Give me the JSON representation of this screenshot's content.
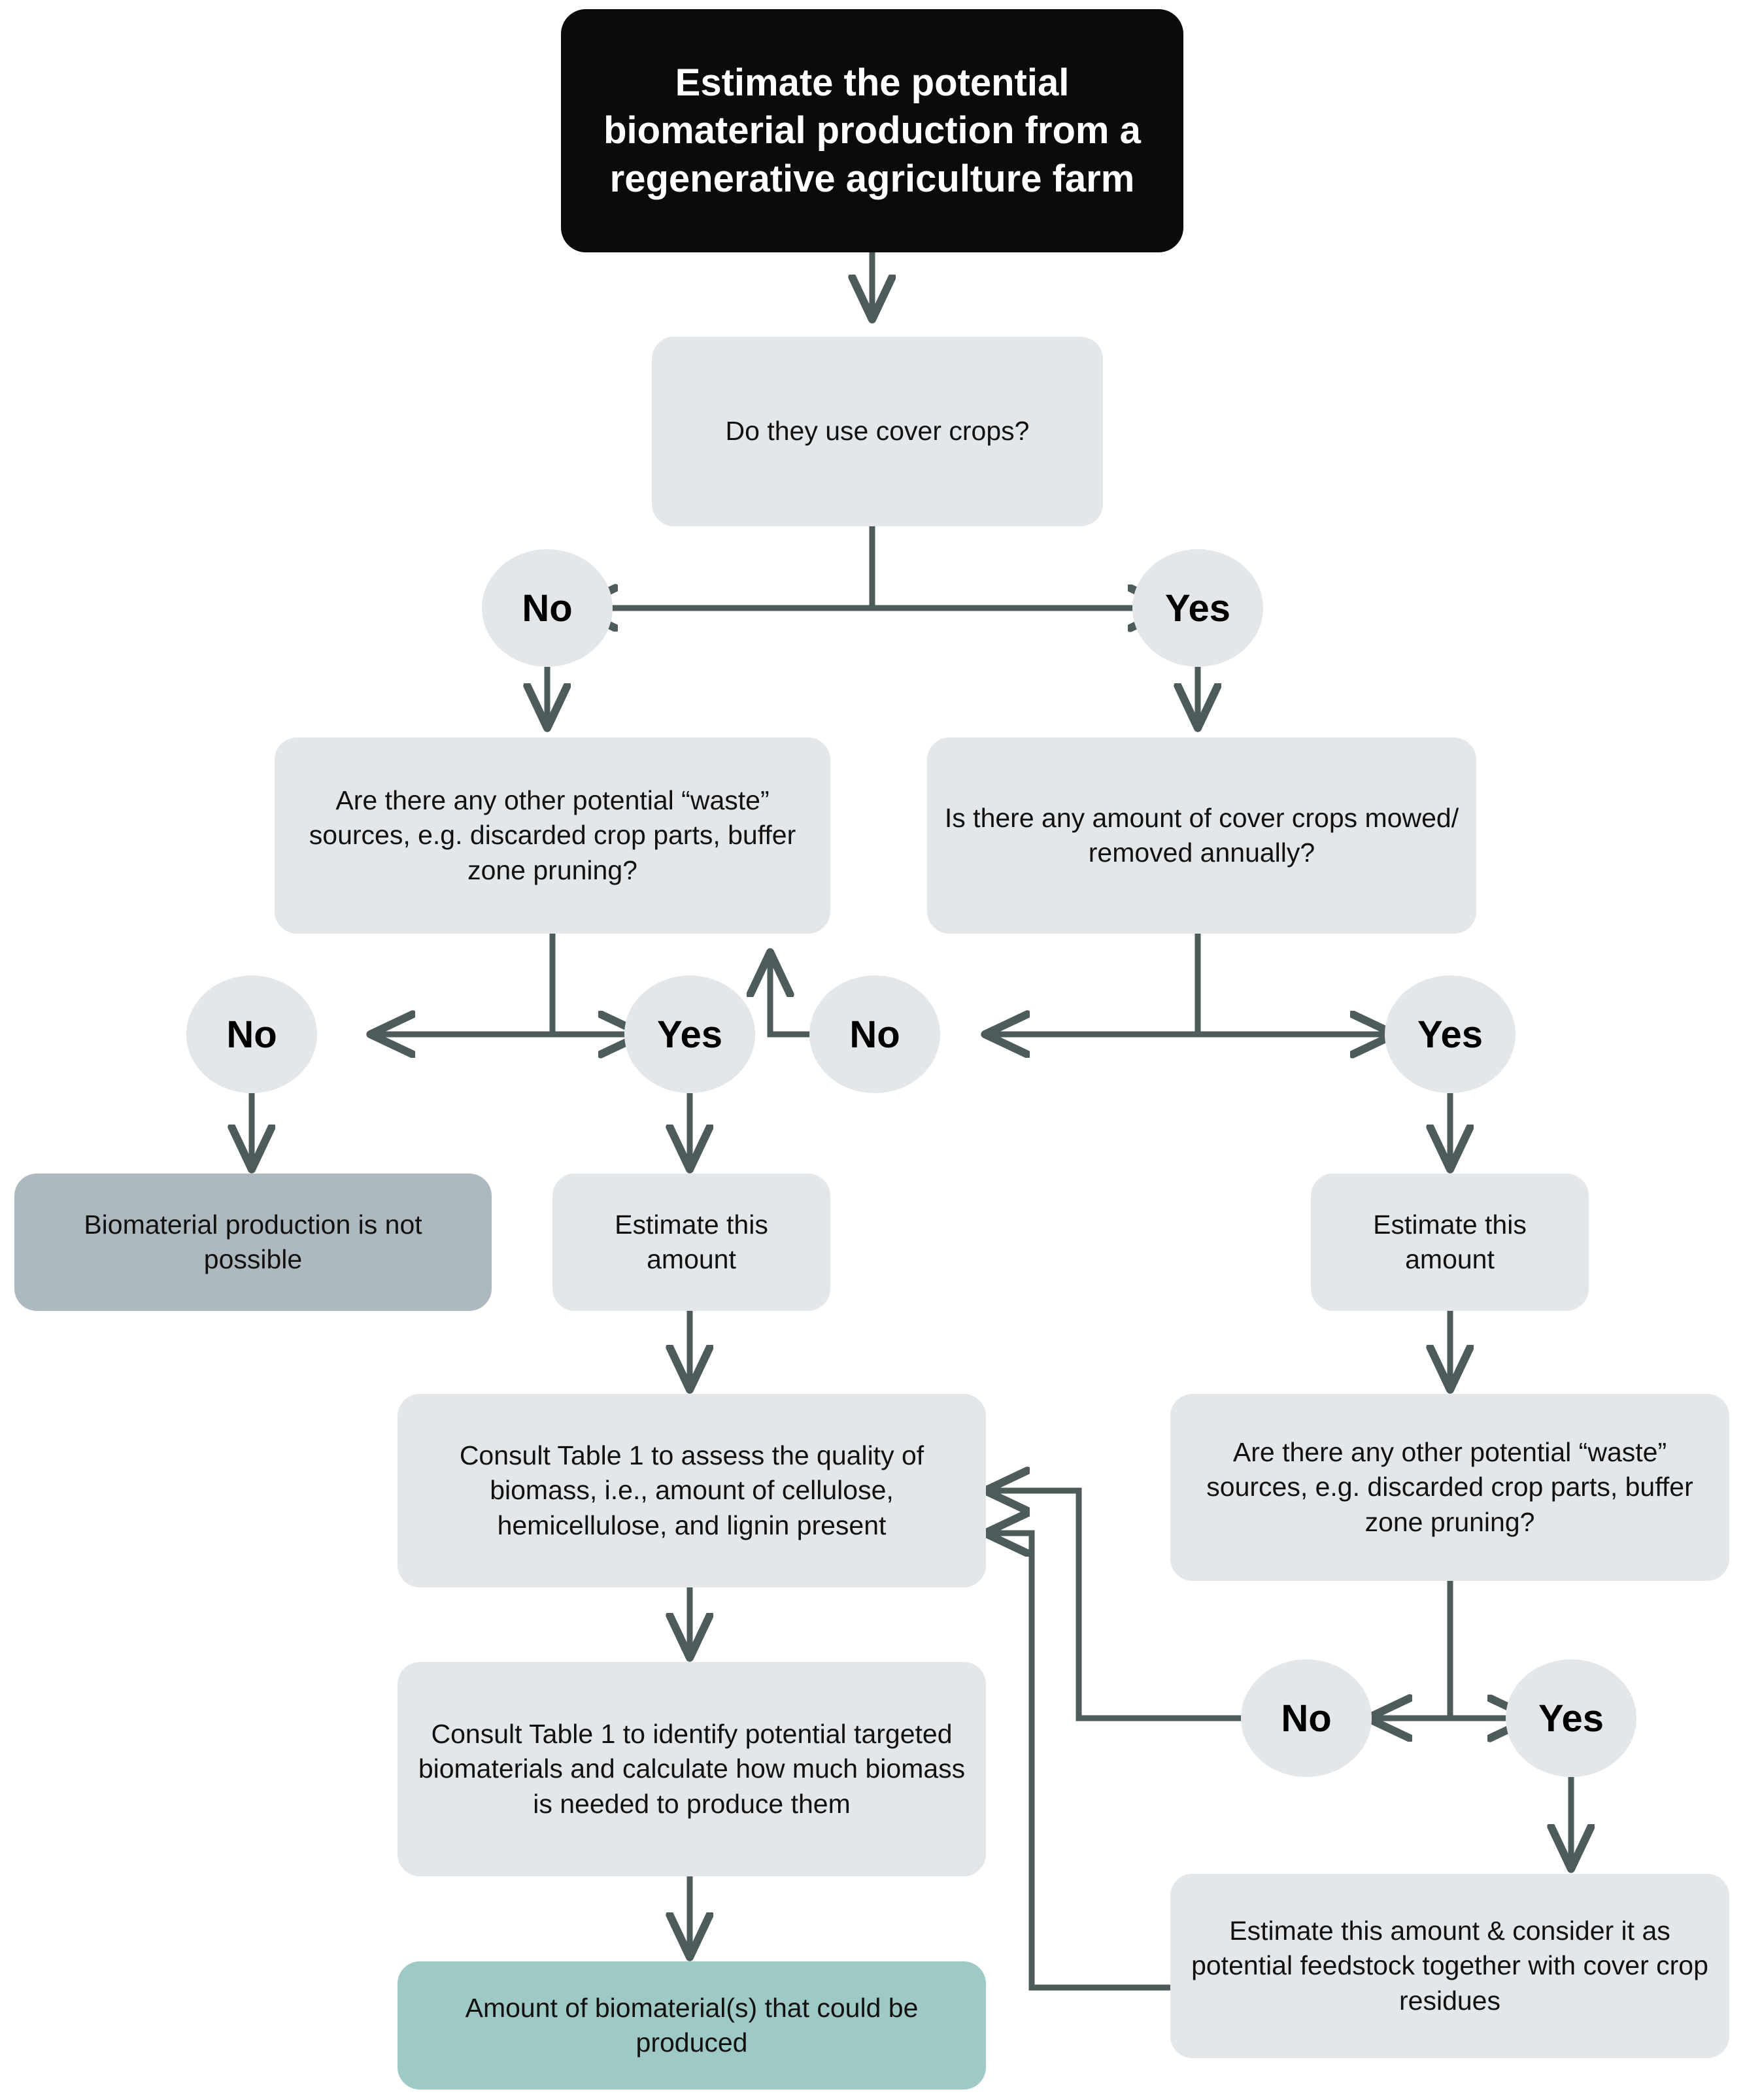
{
  "diagram": {
    "title": "Estimate the potential biomaterial production from a regenerative agriculture farm",
    "type": "flowchart",
    "colors": {
      "start_fill": "#0b0b0b",
      "start_text": "#ffffff",
      "node_fill": "#e4e7e9",
      "terminal_negative_fill": "#adb9bf",
      "terminal_positive_fill": "#9ec9c5",
      "connector": "#4e5b5b",
      "text": "#111111"
    }
  },
  "nodes": {
    "start": "Estimate the potential biomaterial production from a regenerative agriculture farm",
    "q_cover_crops": "Do they use cover crops?",
    "q_waste_left": "Are there any other potential “waste” sources, e.g. discarded crop parts, buffer zone pruning?",
    "q_mowed": "Is there any amount of cover crops mowed/ removed annually?",
    "not_possible": "Biomaterial production is not possible",
    "estimate_left": "Estimate this amount",
    "estimate_right": "Estimate this amount",
    "consult_quality": "Consult Table 1 to assess the quality of biomass, i.e., amount of cellulose, hemicellulose, and lignin present",
    "consult_targets": "Consult Table 1 to identify potential targeted biomaterials and calculate how much biomass is needed to produce them",
    "result": "Amount of biomaterial(s) that could be produced",
    "q_waste_right": "Are there any other potential “waste” sources, e.g. discarded crop parts, buffer zone pruning?",
    "estimate_feedstock": "Estimate this amount & consider it as potential feedstock together with cover crop residues"
  },
  "decisions": {
    "cover_no": "No",
    "cover_yes": "Yes",
    "waste_left_no": "No",
    "waste_left_yes": "Yes",
    "mowed_no": "No",
    "mowed_yes": "Yes",
    "waste_right_no": "No",
    "waste_right_yes": "Yes"
  }
}
